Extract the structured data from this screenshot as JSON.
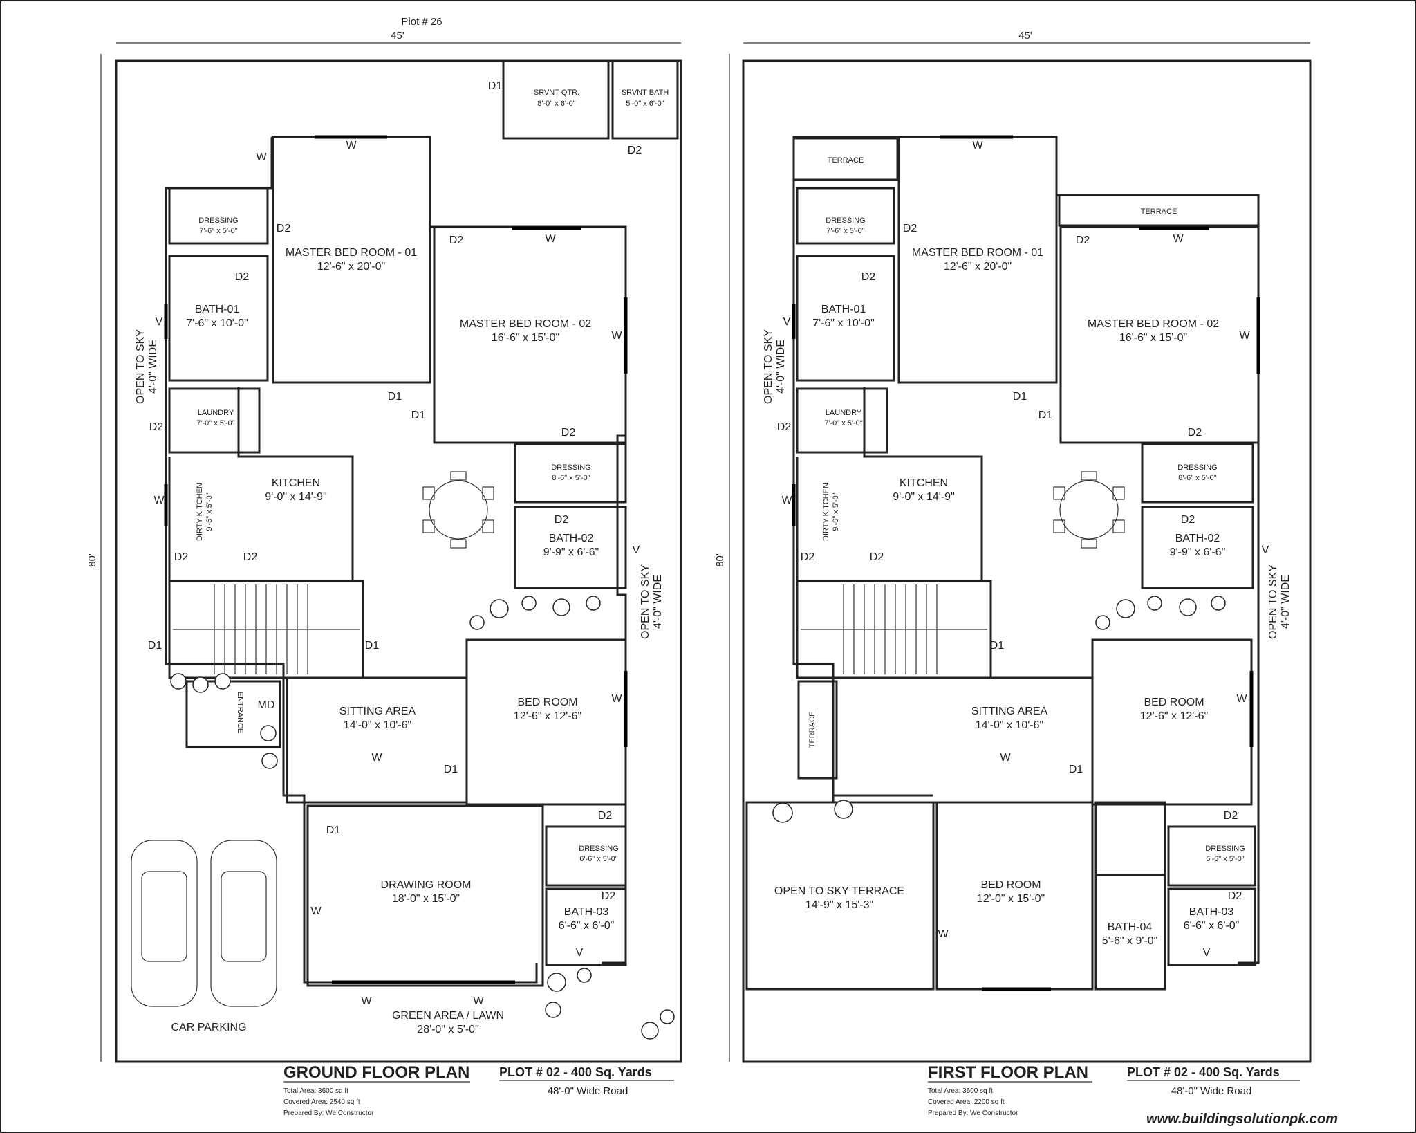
{
  "plot_top_label": "Plot # 26",
  "ground": {
    "width_label": "45'",
    "depth_label": "80'",
    "title": "GROUND FLOOR PLAN",
    "plot": "PLOT # 02 - 400 Sq. Yards",
    "road": "48'-0\" Wide Road",
    "notes": [
      "Total Area: 3600 sq ft",
      "Covered Area: 2540 sq ft",
      "Prepared By: We Constructor"
    ],
    "rooms": {
      "dressing1": [
        "DRESSING",
        "7'-6\" x 5'-0\""
      ],
      "master1": [
        "MASTER BED ROOM - 01",
        "12'-6\" x 20'-0\""
      ],
      "master2": [
        "MASTER BED ROOM - 02",
        "16'-6\" x 15'-0\""
      ],
      "bath1": [
        "BATH-01",
        "7'-6\" x 10'-0\""
      ],
      "laundry": [
        "LAUNDRY",
        "7'-0\" x 5'-0\""
      ],
      "kitchen": [
        "KITCHEN",
        "9'-0\" x 14'-9\""
      ],
      "dirty": [
        "DIRTY KITCHEN",
        "9'-6\" x 5'-0\""
      ],
      "dressing2": [
        "DRESSING",
        "8'-6\" x 5'-0\""
      ],
      "bath2": [
        "BATH-02",
        "9'-9\" x 6'-6\""
      ],
      "servant_qtr": [
        "SRVNT QTR.",
        "8'-0\" x 6'-0\""
      ],
      "servant_bath": [
        "SRVNT BATH",
        "5'-0\" x 6'-0\""
      ],
      "sitting": [
        "SITTING AREA",
        "14'-0\" x 10'-6\""
      ],
      "bedroom": [
        "BED ROOM",
        "12'-6\" x 12'-6\""
      ],
      "drawing": [
        "DRAWING ROOM",
        "18'-0\" x 15'-0\""
      ],
      "dressing3": [
        "DRESSING",
        "6'-6\" x 5'-0\""
      ],
      "bath3": [
        "BATH-03",
        "6'-6\" x 6'-0\""
      ],
      "lawn": [
        "GREEN AREA / LAWN",
        "28'-0\" x 5'-0\""
      ],
      "parking": [
        "CAR PARKING"
      ]
    },
    "open_left": [
      "OPEN TO SKY",
      "4'-0\" WIDE"
    ],
    "open_right": [
      "OPEN TO SKY",
      "4'-0\" WIDE"
    ],
    "entrance": "ENTRANCE",
    "md": "MD"
  },
  "first": {
    "width_label": "45'",
    "depth_label": "80'",
    "title": "FIRST FLOOR PLAN",
    "plot": "PLOT # 02 - 400 Sq. Yards",
    "road": "48'-0\" Wide Road",
    "notes": [
      "Total Area: 3600 sq ft",
      "Covered Area: 2200 sq ft",
      "Prepared By: We Constructor"
    ],
    "rooms": {
      "terrace1": [
        "TERRACE"
      ],
      "terrace2": [
        "TERRACE"
      ],
      "terrace3": [
        "TERRACE"
      ],
      "dressing1": [
        "DRESSING",
        "7'-6\" x 5'-0\""
      ],
      "master1": [
        "MASTER BED ROOM - 01",
        "12'-6\" x 20'-0\""
      ],
      "master2": [
        "MASTER BED ROOM - 02",
        "16'-6\" x 15'-0\""
      ],
      "bath1": [
        "BATH-01",
        "7'-6\" x 10'-0\""
      ],
      "laundry": [
        "LAUNDRY",
        "7'-0\" x 5'-0\""
      ],
      "kitchen": [
        "KITCHEN",
        "9'-0\" x 14'-9\""
      ],
      "dirty": [
        "DIRTY KITCHEN",
        "9'-6\" x 5'-0\""
      ],
      "dressing2": [
        "DRESSING",
        "8'-6\" x 5'-0\""
      ],
      "bath2": [
        "BATH-02",
        "9'-9\" x 6'-6\""
      ],
      "sitting": [
        "SITTING AREA",
        "14'-0\" x 10'-6\""
      ],
      "bedroom1": [
        "BED ROOM",
        "12'-6\" x 12'-6\""
      ],
      "bedroom2": [
        "BED ROOM",
        "12'-0\" x 15'-0\""
      ],
      "dressing3": [
        "DRESSING",
        "6'-6\" x 5'-0\""
      ],
      "bath3": [
        "BATH-03",
        "6'-6\" x 6'-0\""
      ],
      "bath4": [
        "BATH-04",
        "5'-6\" x 9'-0\""
      ],
      "open_terrace": [
        "OPEN TO SKY TERRACE",
        "14'-9\" x 15'-3\""
      ]
    },
    "open_left": [
      "OPEN TO SKY",
      "4'-0\" WIDE"
    ],
    "open_right": [
      "OPEN TO SKY",
      "4'-0\" WIDE"
    ]
  },
  "website": "www.buildingsolutionpk.com",
  "tags": {
    "W": "W",
    "V": "V",
    "D1": "D1",
    "D2": "D2"
  }
}
